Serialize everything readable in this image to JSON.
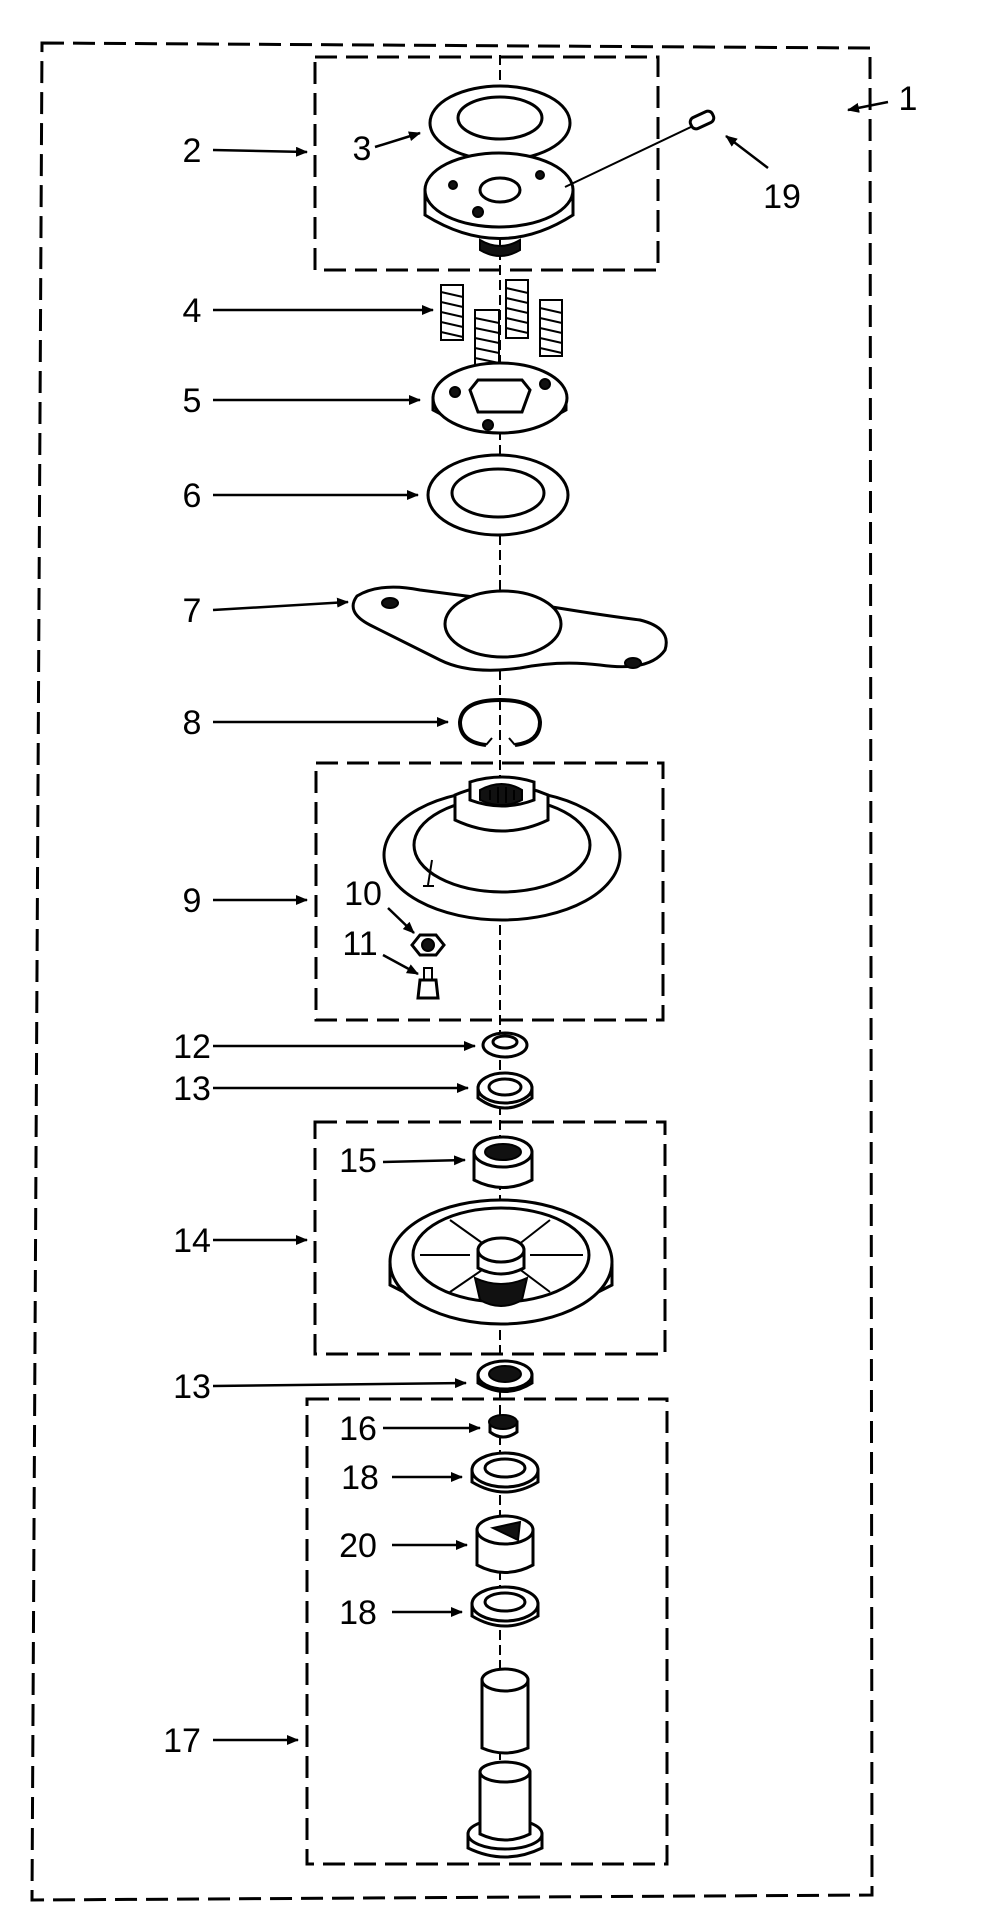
{
  "callouts": [
    "1",
    "2",
    "3",
    "4",
    "5",
    "6",
    "7",
    "8",
    "9",
    "10",
    "11",
    "12",
    "13",
    "13",
    "14",
    "15",
    "16",
    "17",
    "18",
    "18",
    "19",
    "20"
  ]
}
